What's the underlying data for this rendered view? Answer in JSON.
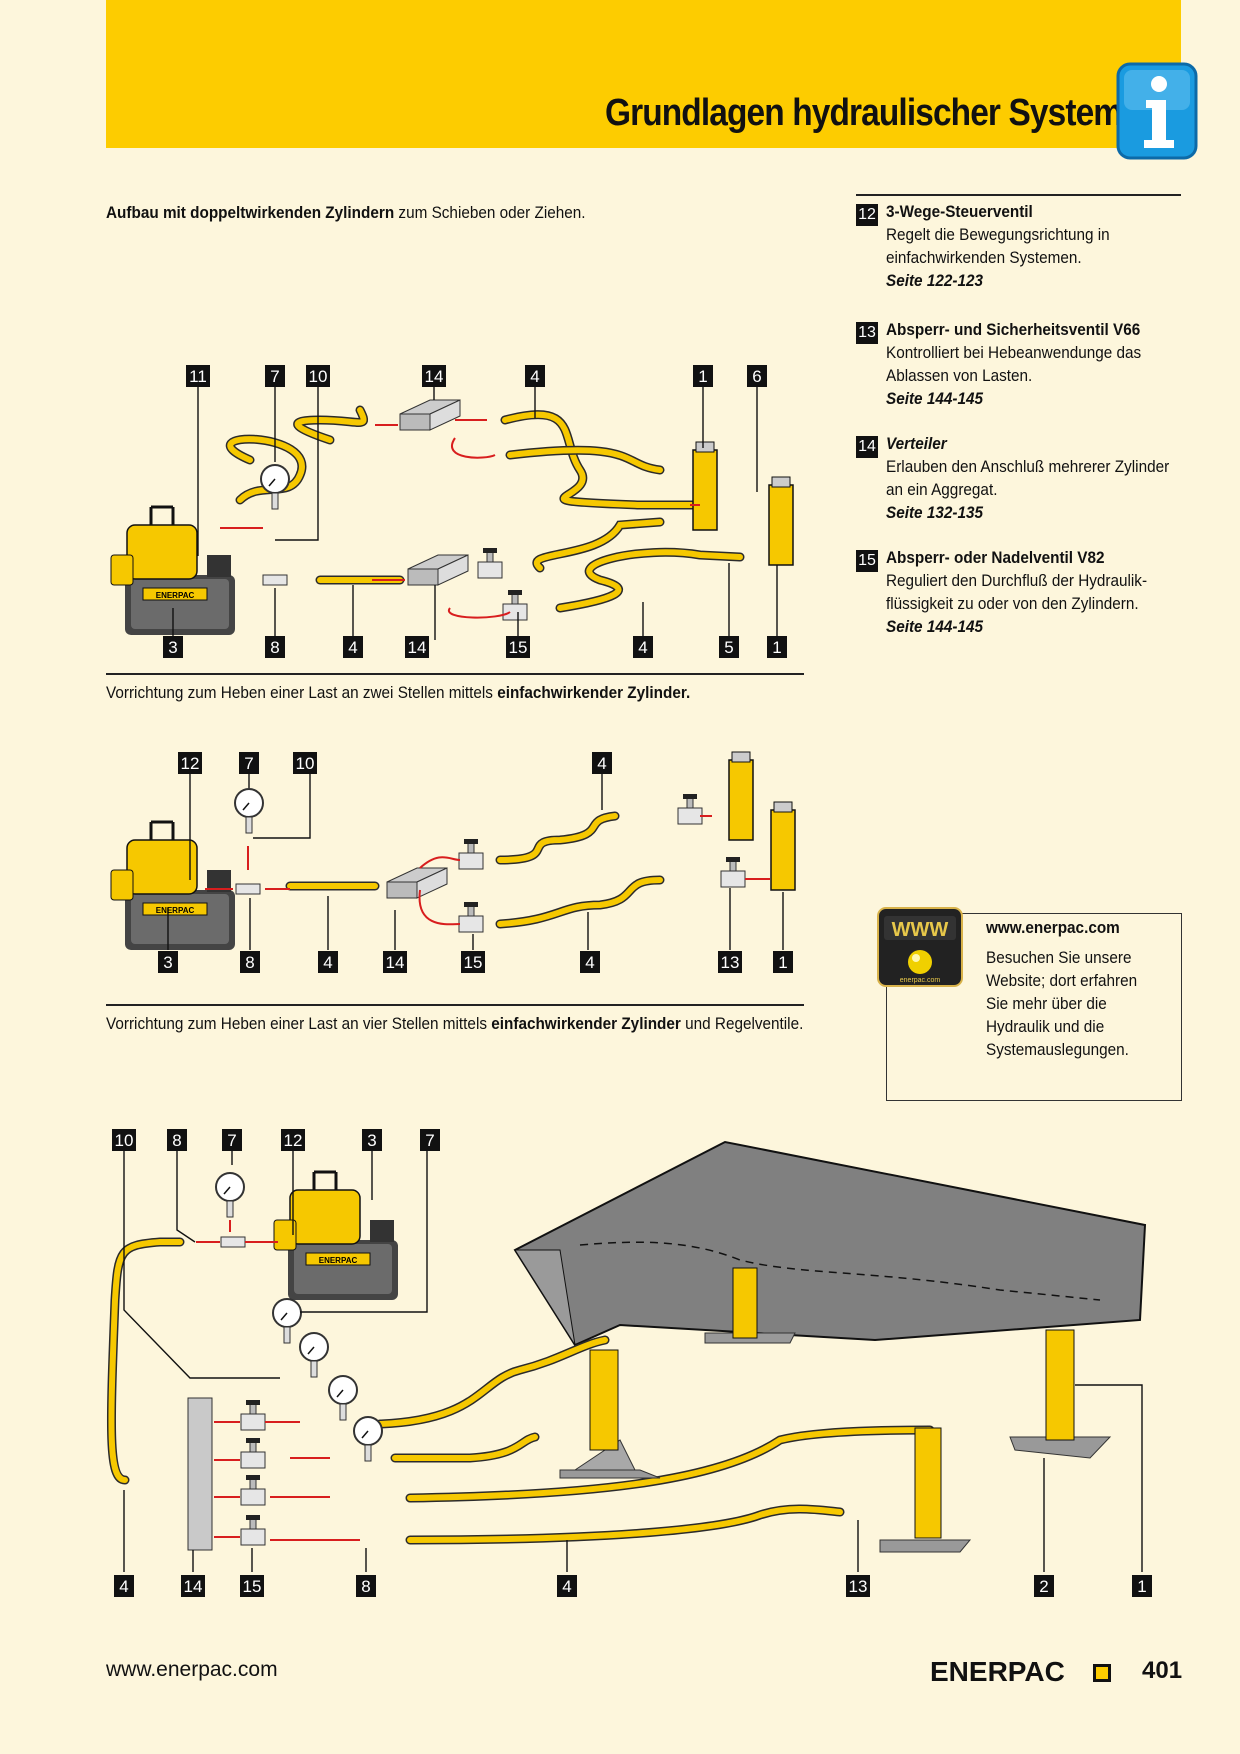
{
  "header": {
    "title": "Grundlagen hydraulischer Systeme",
    "icon": "info-icon"
  },
  "captions": {
    "c1_bold": "Aufbau mit doppeltwirkenden Zylindern",
    "c1_rest": " zum Schieben oder Ziehen.",
    "c2_pre": "Vorrichtung zum Heben einer Last an zwei Stellen mittels ",
    "c2_bold": "einfachwirkender Zylinder.",
    "c3_pre": "Vorrichtung zum Heben einer Last an vier Stellen mittels ",
    "c3_bold": "einfachwirkender Zylinder",
    "c3_post": " und Regelventile."
  },
  "legend": [
    {
      "num": "12",
      "title": "3-Wege-Steuerventil",
      "line1": "Regelt die Bewegungsrichtung in",
      "line2": "einfachwirkenden Systemen.",
      "page": "Seite 122-123"
    },
    {
      "num": "13",
      "title": "Absperr- und Sicherheitsventil V66",
      "line1": "Kontrolliert bei Hebeanwendunge das",
      "line2": "Ablassen von Lasten.",
      "page": "Seite 144-145"
    },
    {
      "num": "14",
      "title": "Verteiler",
      "line1": "Erlauben den Anschluß mehrerer Zylinder",
      "line2": "an ein Aggregat.",
      "page": "Seite 132-135"
    },
    {
      "num": "15",
      "title": "Absperr- oder Nadelventil V82",
      "line1": "Reguliert den Durchfluß der Hydraulik-",
      "line2": "flüssigkeit zu oder von den Zylindern.",
      "page": "Seite 144-145"
    }
  ],
  "website_box": {
    "badge": "WWW",
    "badge_sub": "enerpac.com",
    "url": "www.enerpac.com",
    "lines": [
      "Besuchen Sie unsere",
      "Website; dort erfahren",
      "Sie mehr über die",
      "Hydraulik und die",
      "Systemauslegungen."
    ]
  },
  "diagram_labels": {
    "d1": [
      "11",
      "7",
      "10",
      "14",
      "4",
      "1",
      "6",
      "3",
      "8",
      "4",
      "14",
      "15",
      "4",
      "5",
      "1"
    ],
    "d2": [
      "12",
      "7",
      "10",
      "4",
      "3",
      "8",
      "4",
      "14",
      "15",
      "4",
      "13",
      "1"
    ],
    "d3": [
      "10",
      "8",
      "7",
      "12",
      "3",
      "7",
      "4",
      "14",
      "15",
      "8",
      "4",
      "13",
      "2",
      "1"
    ]
  },
  "pump_brand": "ENERPAC",
  "footer": {
    "url": "www.enerpac.com",
    "brand": "ENERPAC",
    "page": "401"
  },
  "colors": {
    "yellow": "#fdcc00",
    "background": "#fdf6dc",
    "hose": "#f6c800",
    "arrow": "#d81e1e",
    "info_blue": "#1a9be0"
  }
}
